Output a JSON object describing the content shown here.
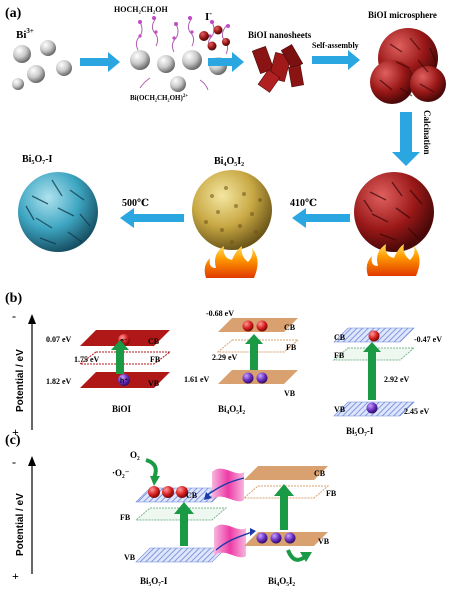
{
  "panel_a": {
    "label": "(a)",
    "bi_ion": "Bi",
    "bi_ion_sup": "3+",
    "ligand_formula": "HOCH₂CH₂OH",
    "complex_label": "Bi(OCH₂CH₂OH)",
    "complex_sup": "2+",
    "iodide": "I",
    "iodide_sup": "-",
    "nanosheets": "BiOI nanosheets",
    "self_assembly": "Self-assembly",
    "microsphere": "BiOI microsphere",
    "calcination": "Calcination",
    "temp1": "410℃",
    "temp2": "500℃",
    "product_mid": "Bi₄O₅I₂",
    "product_final": "Bi₅O₇-I"
  },
  "panel_b": {
    "label": "(b)",
    "axis_label": "Potential / eV",
    "minus": "-",
    "plus": "+",
    "cb": "CB",
    "vb": "VB",
    "fb": "FB",
    "electron": "e⁻",
    "hole": "h⁺",
    "bioi": {
      "name": "BiOI",
      "cb_value": "0.07 eV",
      "gap": "1.75 eV",
      "vb_value": "1.82 eV"
    },
    "bi4o5i2": {
      "name": "Bi₄O₅I₂",
      "cb_value": "-0.68 eV",
      "gap": "2.29 eV",
      "vb_value": "1.61 eV"
    },
    "bi5o7i": {
      "name": "Bi₅O₇-I",
      "cb_value": "-0.47 eV",
      "gap": "2.92 eV",
      "vb_value": "2.45 eV"
    }
  },
  "panel_c": {
    "label": "(c)",
    "axis_label": "Potential / eV",
    "minus": "-",
    "plus": "+",
    "o2": "O₂",
    "superoxide": "·O₂⁻",
    "cb": "CB",
    "fb": "FB",
    "vb": "VB",
    "electron": "e⁻",
    "hole": "h⁺",
    "left_name": "Bi₅O₇-I",
    "right_name": "Bi₄O₅I₂"
  },
  "colors": {
    "arrow_blue": "#2aa6e0",
    "arrow_green": "#1a9a45",
    "band_red": "#b01818",
    "band_tan": "#d9a070",
    "band_blue": "#8fa8e8",
    "electron_red": "#d82020",
    "hole_purple": "#6a2fc0",
    "interface_pink": "#ee3aa6"
  }
}
